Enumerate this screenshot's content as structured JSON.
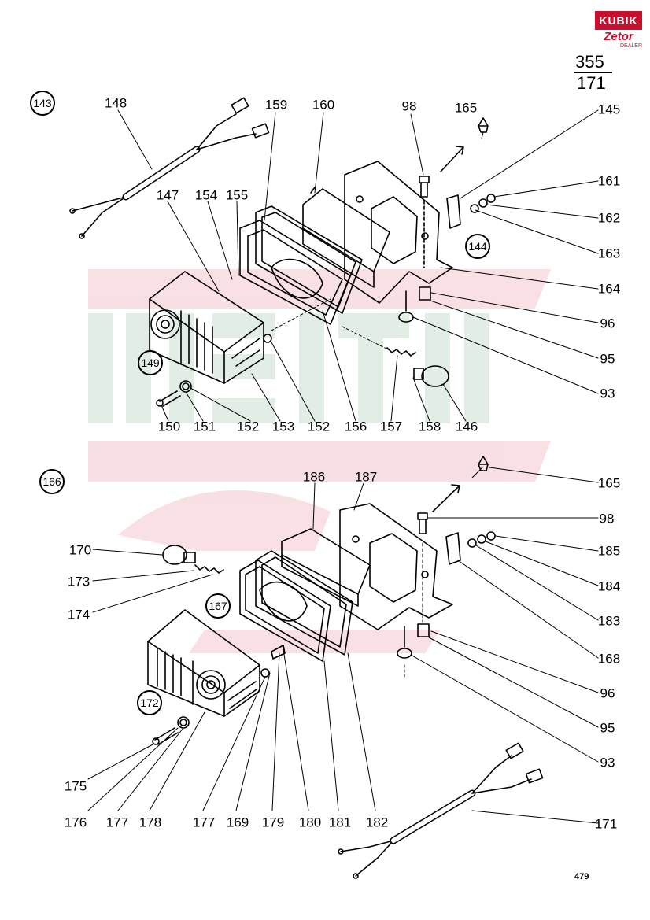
{
  "logo": {
    "brand": "KUBIK",
    "sub": "Zetor",
    "tagline": "DEALER"
  },
  "figure": {
    "top": "355",
    "bottom": "171"
  },
  "page_number": "479",
  "watermark": {
    "text1": "KUBIK",
    "text2": "Zetor",
    "text3": "DEALER"
  },
  "groups": {
    "g143": "143",
    "g144": "144",
    "g149": "149",
    "g166": "166",
    "g167": "167",
    "g172": "172"
  },
  "upper": {
    "l148": "148",
    "l159": "159",
    "l160": "160",
    "l98": "98",
    "l165": "165",
    "l145": "145",
    "l147": "147",
    "l154": "154",
    "l155": "155",
    "l161": "161",
    "l162": "162",
    "l163": "163",
    "l164": "164",
    "l96": "96",
    "l95": "95",
    "l93": "93",
    "l150": "150",
    "l151": "151",
    "l152a": "152",
    "l153": "153",
    "l152b": "152",
    "l156": "156",
    "l157": "157",
    "l158": "158",
    "l146": "146"
  },
  "lower": {
    "l165": "165",
    "l186": "186",
    "l187": "187",
    "l98": "98",
    "l185": "185",
    "l184": "184",
    "l183": "183",
    "l168": "168",
    "l96": "96",
    "l95": "95",
    "l93": "93",
    "l170": "170",
    "l173": "173",
    "l174": "174",
    "l175": "175",
    "l176": "176",
    "l177a": "177",
    "l178": "178",
    "l177b": "177",
    "l169": "169",
    "l179": "179",
    "l180": "180",
    "l181": "181",
    "l182": "182",
    "l171": "171"
  }
}
